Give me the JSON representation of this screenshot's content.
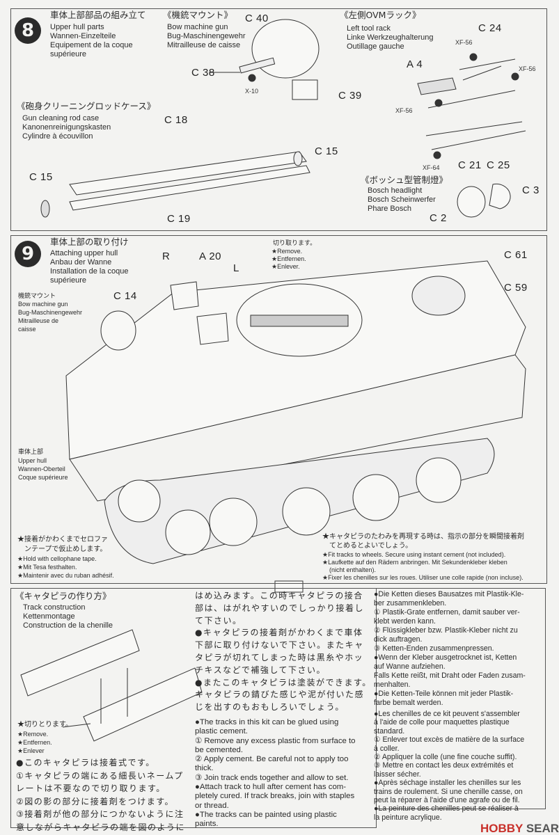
{
  "step8": {
    "number": "8",
    "title_jp": "車体上部部品の組み立て",
    "title_lines": [
      "Upper hull parts",
      "Wannen-Einzelteile",
      "Equipement de la coque",
      "supérieure"
    ],
    "bow_mg": {
      "header": "《機銃マウント》",
      "lines": [
        "Bow machine gun",
        "Bug-Maschinengewehr",
        "Mitrailleuse de caisse"
      ]
    },
    "cleaning_rod": {
      "header": "《砲身クリーニングロッドケース》",
      "lines": [
        "Gun cleaning rod case",
        "Kanonenreinigungskasten",
        "Cylindre à écouvillon"
      ]
    },
    "tool_rack": {
      "header": "《左側OVMラック》",
      "lines": [
        "Left tool rack",
        "Linke Werkzeughalterung",
        "Outillage gauche"
      ]
    },
    "headlight": {
      "header": "《ボッシュ型管制燈》",
      "lines": [
        "Bosch headlight",
        "Bosch Scheinwerfer",
        "Phare Bosch"
      ]
    },
    "parts": {
      "c40": "C 40",
      "c38": "C 38",
      "x10": "X-10",
      "c39": "C 39",
      "c18": "C 18",
      "c15a": "C 15",
      "c15b": "C 15",
      "c19": "C 19",
      "c24": "C 24",
      "xf56a": "XF-56",
      "xf56b": "XF-56",
      "xf56c": "XF-56",
      "a4": "A 4",
      "xf64": "XF-64",
      "c21": "C 21",
      "c25": "C 25",
      "c3": "C 3",
      "c2": "C 2"
    }
  },
  "step9": {
    "number": "9",
    "title_jp": "車体上部の取り付け",
    "title_lines": [
      "Attaching upper hull",
      "Anbau der Wanne",
      "Installation de la coque",
      "supérieure"
    ],
    "bow_mg": {
      "header": "機銃マウント",
      "lines": [
        "Bow machine gun",
        "Bug-Maschinengewehr",
        "Mitrailleuse de",
        "caisse"
      ]
    },
    "remove": {
      "header": "切り取ります。",
      "lines": [
        "★Remove.",
        "★Entfernen.",
        "★Enlever."
      ]
    },
    "upper_hull": {
      "header": "車体上部",
      "lines": [
        "Upper hull",
        "Wannen-Oberteil",
        "Coque supérieure"
      ]
    },
    "parts": {
      "r": "R",
      "a20": "A 20",
      "l": "L",
      "c14": "C 14",
      "c61": "C 61",
      "c59": "C 59"
    },
    "tape_note": [
      "★接着がかわくまでセロファ",
      "ンテープで仮止めします。",
      "★Hold with cellophane tape.",
      "★Mit Tesa festhalten.",
      "★Maintenir avec du ruban adhésif."
    ],
    "instant_note": [
      "★キャタピラのたわみを再現する時は、指示の部分を瞬間接着剤",
      "てとめるとよいでしょう。",
      "★Fit tracks to wheels. Secure using instant cement (not included).",
      "★Laufkette auf den Rädern anbringen. Mit Sekundenkleber kleben",
      "(nicht enthalten).",
      "★Fixer les chenilles sur les roues. Utiliser une colle rapide (non incluse)."
    ]
  },
  "tracks": {
    "header": "《キャタピラの作り方》",
    "lines": [
      "Track construction",
      "Kettenmontage",
      "Construction de la chenille"
    ],
    "remove": [
      "★切りとります。",
      "★Remove.",
      "★Entfernen.",
      "★Enlever"
    ],
    "jp_left": [
      "●このキャタピラは接着式です。",
      "①キャタピラの端にある細長いネームプ",
      "レートは不要なので切り取ります。",
      "②図の影の部分に接着剤をつけます。",
      "③接着剤が他の部分につかないように注",
      "意しながらキャタピラの端を図のように"
    ],
    "jp_mid": [
      "はめ込みます。この時キャタピラの接合",
      "部は、はがれやすいのでしっかり接着し",
      "て下さい。",
      "●キャタピラの接着剤がかわくまで車体",
      "下部に取り付けないで下さい。またキャ",
      "タピラが切れてしまった時は黒糸やホッ",
      "チキスなどで補強して下さい。",
      "●またこのキャタピラは塗装ができます。",
      "キャタピラの錆びた感じや泥が付いた感",
      "じを出すのもおもしろいでしょう。"
    ],
    "en": [
      "●The tracks in this kit can be glued using",
      "plastic cement.",
      "① Remove any excess plastic from surface to",
      "be cemented.",
      "② Apply cement. Be careful not to apply too",
      "thick.",
      "③ Join track ends together and allow to set.",
      "●Attach track to hull after cement has com-",
      "pletely cured. If track breaks, join with staples",
      "or thread.",
      "●The tracks can be painted using plastic",
      "paints."
    ],
    "de": [
      "●Die Ketten dieses Bausatzes mit Plastik-Kle-",
      "ber zusammenkleben.",
      "① Plastik-Grate entfernen, damit sauber ver-",
      "klebt werden kann.",
      "② Flüssigkleber bzw. Plastik-Kleber nicht zu",
      "dick auftragen.",
      "③ Ketten-Enden zusammenpressen.",
      "●Wenn der Kleber ausgetrocknet ist, Ketten",
      "auf Wanne aufziehen.",
      "Falls Kette reißt, mit Draht oder Faden zusam-",
      "menhalten.",
      "●Die Ketten-Teile können mit jeder Plastik-",
      "farbe bemalt werden."
    ],
    "fr": [
      "●Les chenilles de ce kit peuvent s'assembler",
      "à l'aide de colle pour maquettes plastique",
      "standard.",
      "① Enlever tout excès de matière de la surface",
      "à coller.",
      "② Appliquer la colle (une fine couche suffit).",
      "③ Mettre en contact les deux extrémités et",
      "laisser sécher.",
      "●Après séchage installer les chenilles sur les",
      "trains de roulement. Si une chenille casse, on",
      "peut la réparer à l'aide d'une agrafe ou de fil.",
      "●La peinture des chenilles peut se réaliser à",
      "la peinture acrylique."
    ]
  },
  "watermark": {
    "brand1": "HOBBY",
    "brand2": " SEARCH",
    "color": "#c8302a"
  }
}
